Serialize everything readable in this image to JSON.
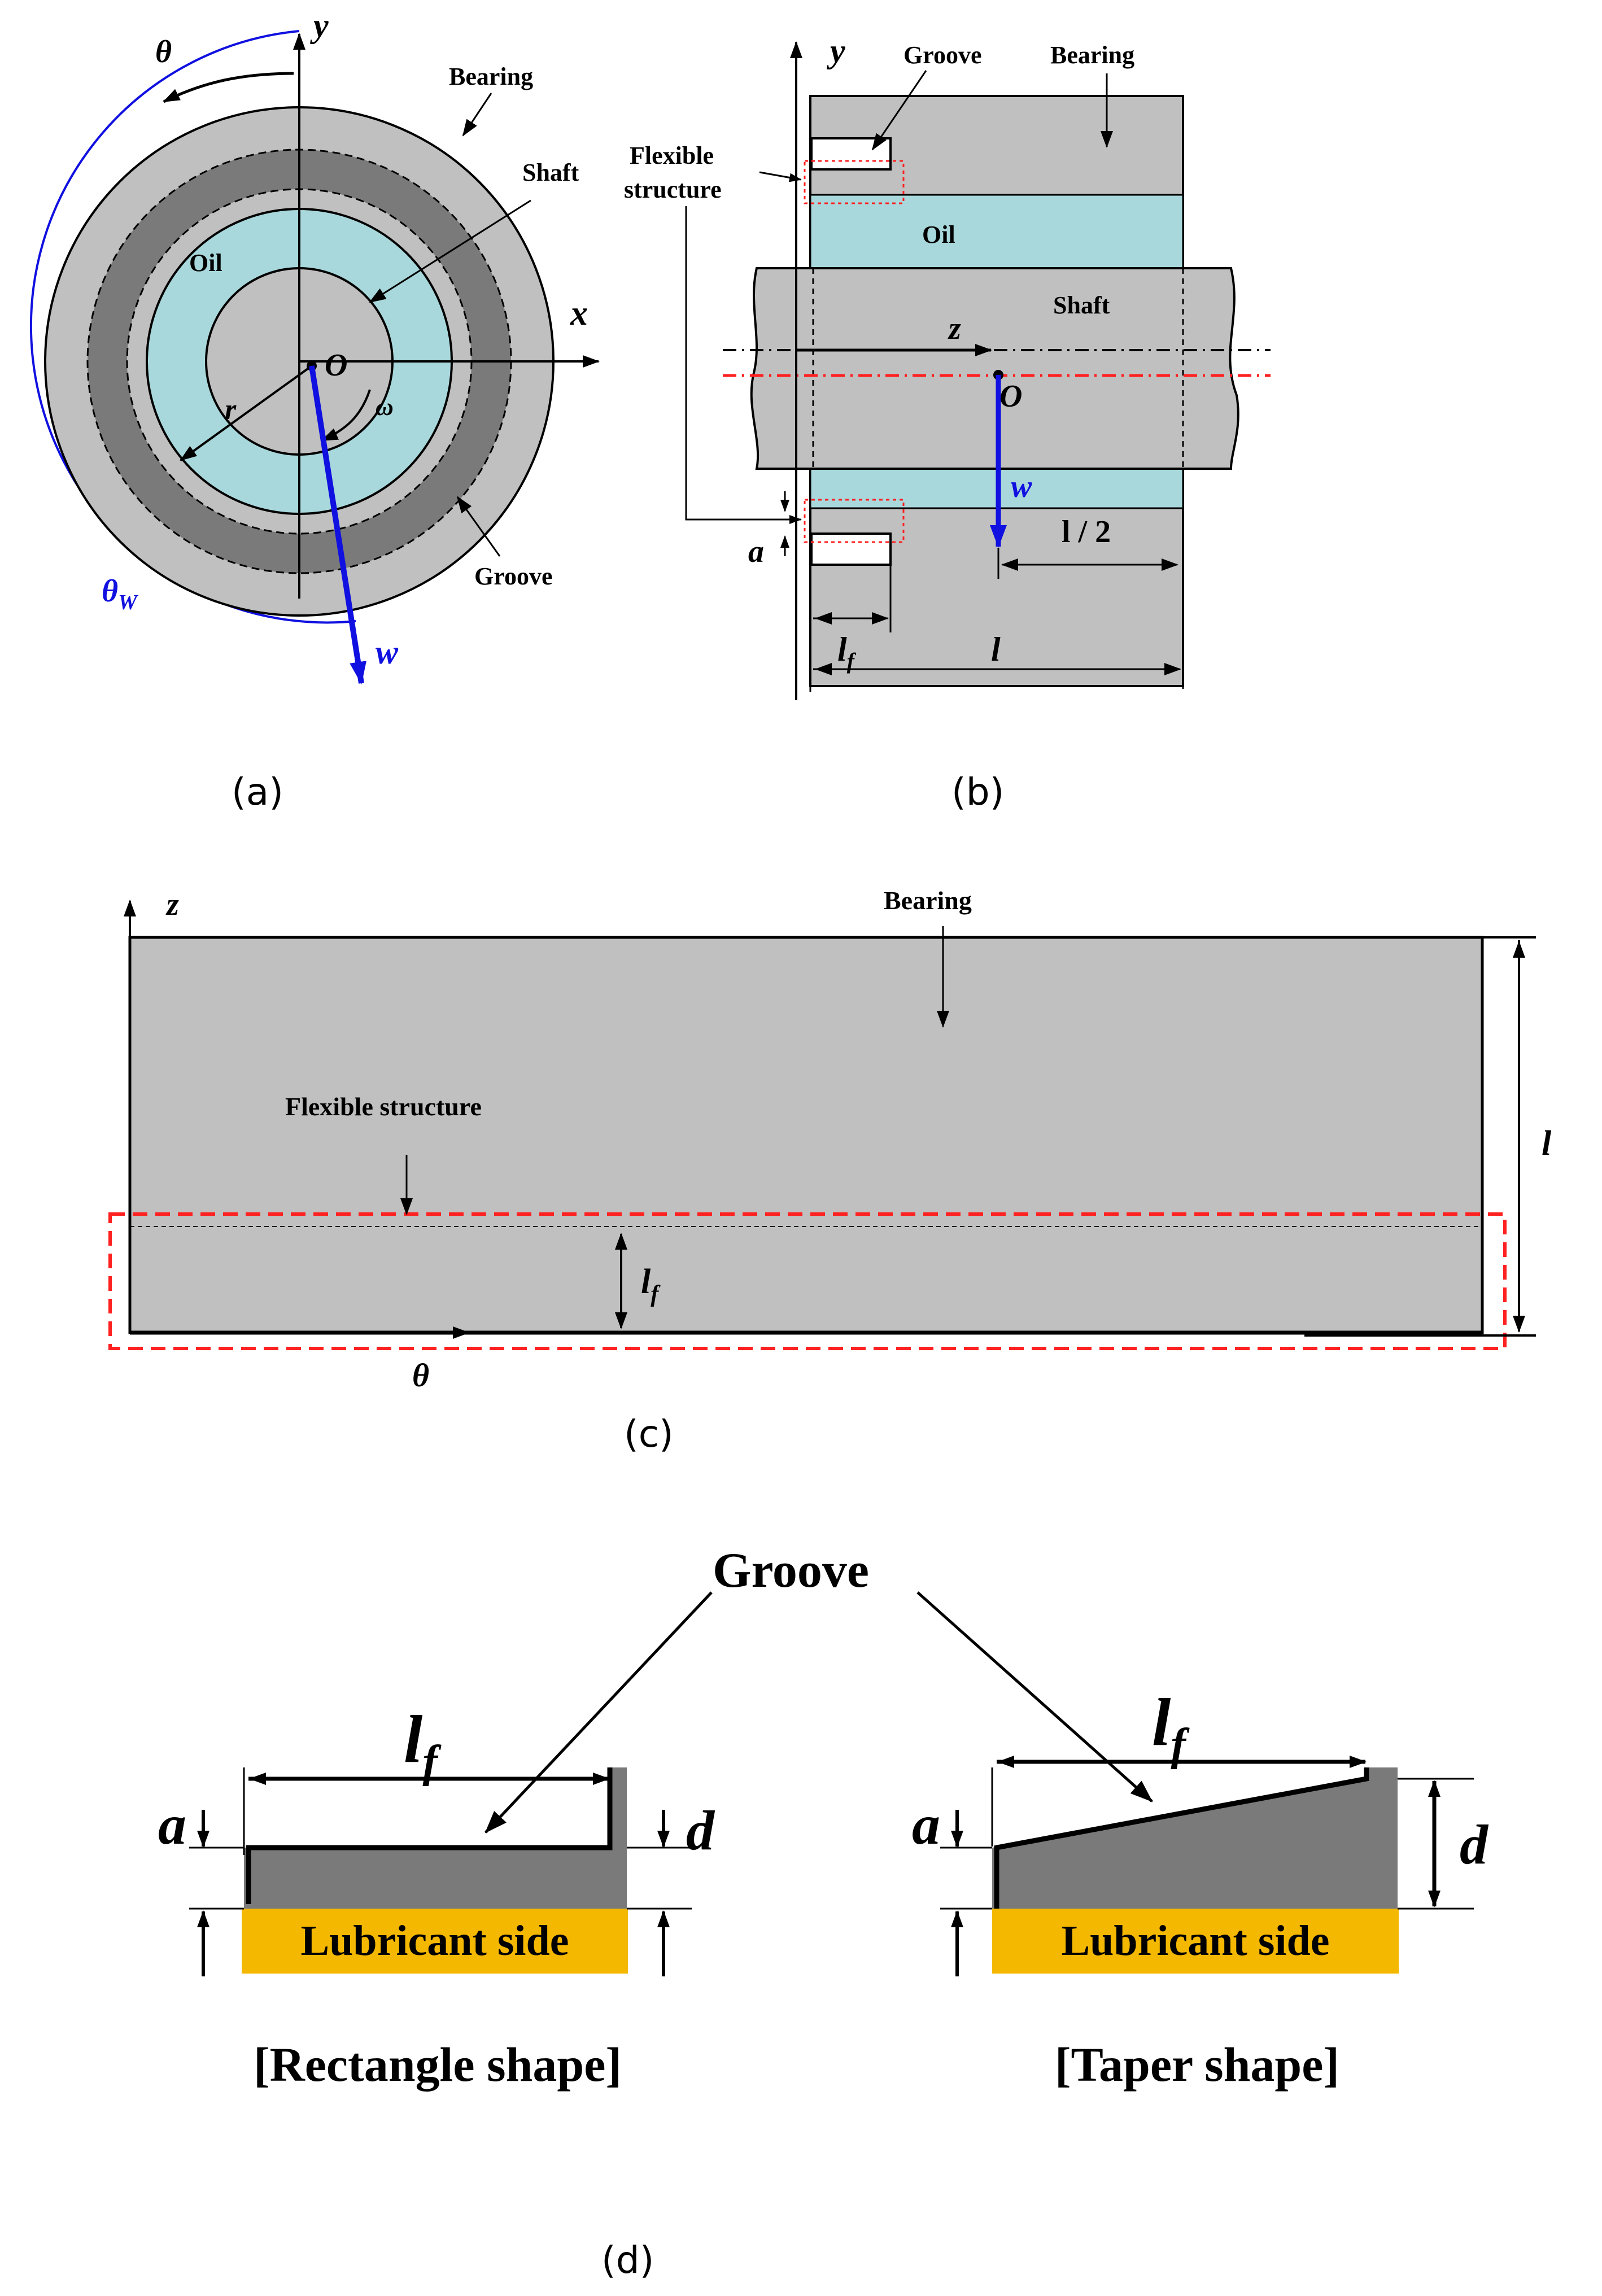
{
  "panel_a": {
    "caption": "(a)",
    "labels": {
      "theta": "θ",
      "y": "y",
      "bearing": "Bearing",
      "shaft": "Shaft",
      "oil": "Oil",
      "x": "x",
      "o": "O",
      "omega": "ω",
      "r": "r",
      "groove": "Groove",
      "theta_w": "θ",
      "theta_w_sub": "W",
      "w": "w"
    }
  },
  "panel_b": {
    "caption": "(b)",
    "labels": {
      "y": "y",
      "groove": "Groove",
      "bearing": "Bearing",
      "flexible_1": "Flexible",
      "flexible_2": "structure",
      "oil": "Oil",
      "shaft": "Shaft",
      "z": "z",
      "o": "O",
      "w": "w",
      "half_l": "l / 2",
      "a": "a",
      "lf": "l",
      "lf_sub": "f",
      "l": "l"
    }
  },
  "panel_c": {
    "caption": "(c)",
    "labels": {
      "z": "z",
      "bearing": "Bearing",
      "flexible": "Flexible structure",
      "lf": "l",
      "lf_sub": "f",
      "l": "l",
      "theta": "θ"
    }
  },
  "panel_d": {
    "caption": "(d)",
    "labels": {
      "groove": "Groove",
      "lf": "l",
      "lf_sub": "f",
      "a": "a",
      "d": "d",
      "lubricant": "Lubricant side",
      "rect_title": "[Rectangle shape]",
      "taper_title": "[Taper shape]"
    }
  },
  "colors": {
    "gray": "#c0c0c0",
    "dark_gray": "#7a7a7a",
    "oil": "#a8d8dc",
    "blue": "#1010e0",
    "red": "#ff2020",
    "orange": "#f5b800"
  }
}
